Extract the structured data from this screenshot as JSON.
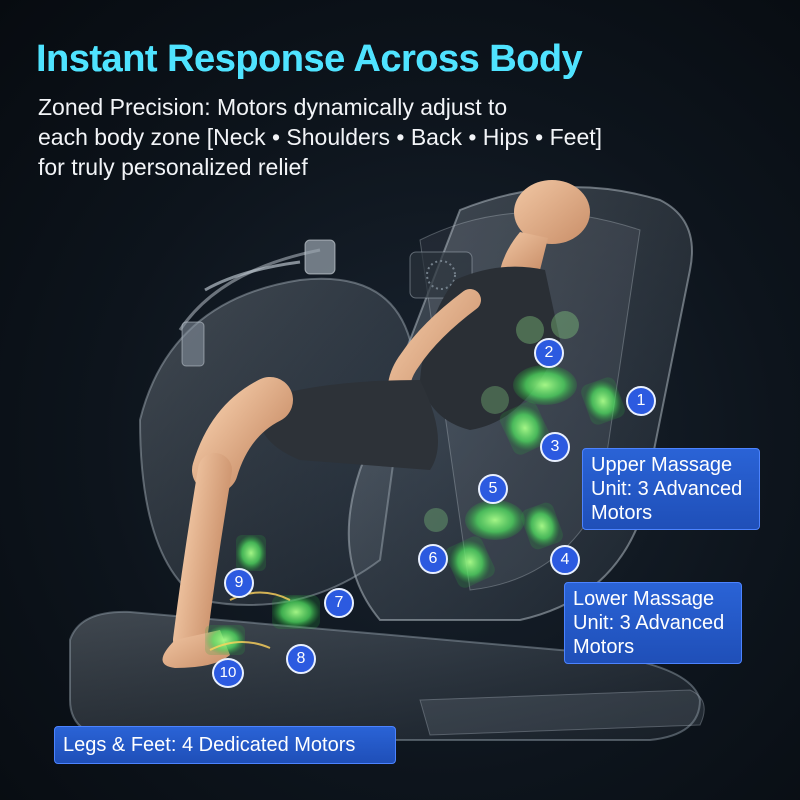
{
  "header": {
    "title": "Instant Response Across Body",
    "subtitle_lines": [
      "Zoned Precision: Motors dynamically adjust to",
      "each body zone [Neck • Shoulders • Back • Hips • Feet]",
      "for truly personalized relief"
    ]
  },
  "labels": {
    "upper": [
      "Upper Massage",
      "Unit: 3 Advanced",
      "Motors"
    ],
    "lower": [
      "Lower Massage",
      "Unit: 3 Advanced",
      "Motors"
    ],
    "legs": "Legs & Feet: 4 Dedicated Motors"
  },
  "motors": [
    "1",
    "2",
    "3",
    "4",
    "5",
    "6",
    "7",
    "8",
    "9",
    "10"
  ],
  "colors": {
    "title": "#4fe3ff",
    "label_bg": "#2a63d6",
    "badge_bg": "#2c5ae0",
    "motor_green": "#5cf07a",
    "body_skin": "#e7b48e"
  }
}
